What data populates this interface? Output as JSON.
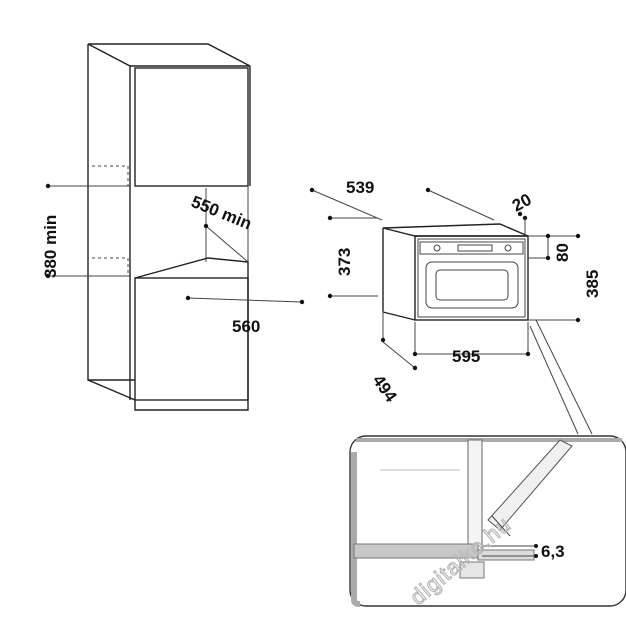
{
  "dimensions": {
    "niche_height": "380 min",
    "niche_depth": "550 min",
    "niche_width": "560",
    "depth": "539",
    "height": "373",
    "panel_offset": "20",
    "panel_height": "80",
    "total_height": "385",
    "width": "595",
    "body_depth": "494",
    "gap": "6,3"
  },
  "watermark": "digitalko.hu"
}
